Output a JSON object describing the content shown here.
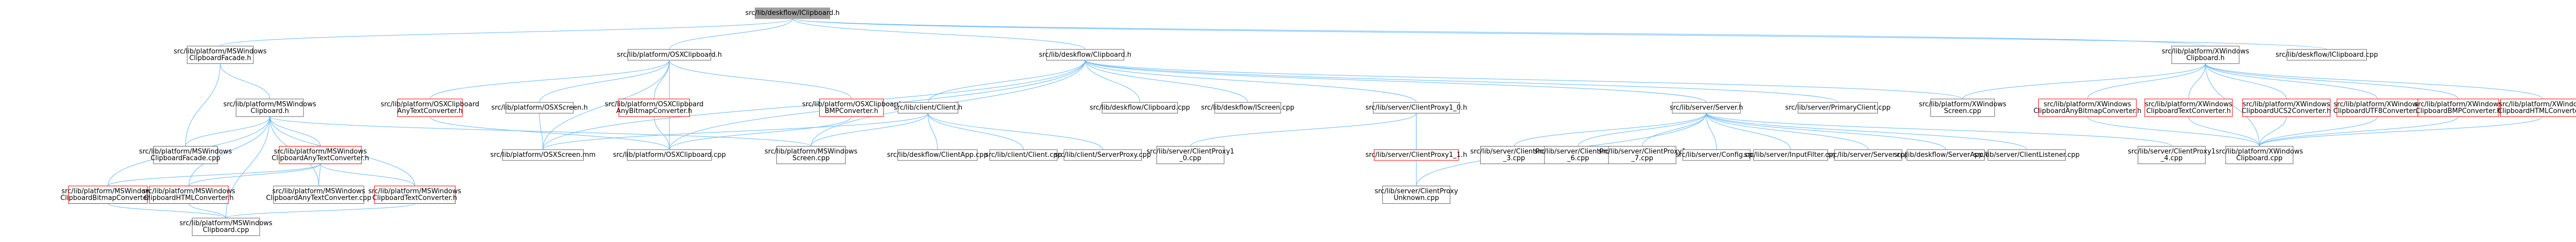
{
  "colors": {
    "edge": "#63b8ff",
    "node_border": "#666666",
    "node_fill": "#ffffff",
    "root_fill": "#a0a0a0",
    "root_border": "#999999",
    "highlight_border": "#ff0000"
  },
  "nodes": [
    {
      "id": "n0",
      "lines": [
        "src/lib/deskflow/IClipboard.h"
      ],
      "style": "root"
    },
    {
      "id": "n1",
      "lines": [
        "src/lib/platform/MSWindows",
        "ClipboardFacade.h"
      ],
      "style": "normal"
    },
    {
      "id": "n2",
      "lines": [
        "src/lib/platform/OSXClipboard.h"
      ],
      "style": "normal"
    },
    {
      "id": "n3",
      "lines": [
        "src/lib/deskflow/Clipboard.h"
      ],
      "style": "normal"
    },
    {
      "id": "n4",
      "lines": [
        "src/lib/platform/XWindows",
        "Clipboard.h"
      ],
      "style": "normal"
    },
    {
      "id": "n5",
      "lines": [
        "src/lib/deskflow/IClipboard.cpp"
      ],
      "style": "normal"
    },
    {
      "id": "n6",
      "lines": [
        "src/lib/platform/MSWindows",
        "Clipboard.h"
      ],
      "style": "normal"
    },
    {
      "id": "n7",
      "lines": [
        "src/lib/platform/OSXClipboard",
        "AnyTextConverter.h"
      ],
      "style": "highlight"
    },
    {
      "id": "n8",
      "lines": [
        "src/lib/platform/OSXScreen.h"
      ],
      "style": "normal"
    },
    {
      "id": "n9",
      "lines": [
        "src/lib/platform/OSXClipboard",
        "AnyBitmapConverter.h"
      ],
      "style": "highlight"
    },
    {
      "id": "n10",
      "lines": [
        "src/lib/platform/OSXClipboard",
        "BMPConverter.h"
      ],
      "style": "highlight"
    },
    {
      "id": "n11",
      "lines": [
        "src/lib/client/Client.h"
      ],
      "style": "normal"
    },
    {
      "id": "n12",
      "lines": [
        "src/lib/deskflow/Clipboard.cpp"
      ],
      "style": "normal"
    },
    {
      "id": "n13",
      "lines": [
        "src/lib/deskflow/IScreen.cpp"
      ],
      "style": "normal"
    },
    {
      "id": "n14",
      "lines": [
        "src/lib/server/ClientProxy1_0.h"
      ],
      "style": "normal"
    },
    {
      "id": "n15",
      "lines": [
        "src/lib/server/Server.h"
      ],
      "style": "normal"
    },
    {
      "id": "n16",
      "lines": [
        "src/lib/server/PrimaryClient.cpp"
      ],
      "style": "normal"
    },
    {
      "id": "n17",
      "lines": [
        "src/lib/platform/XWindows",
        "Screen.cpp"
      ],
      "style": "normal"
    },
    {
      "id": "n18",
      "lines": [
        "src/lib/platform/XWindows",
        "ClipboardAnyBitmapConverter.h"
      ],
      "style": "highlight"
    },
    {
      "id": "n19",
      "lines": [
        "src/lib/platform/XWindows",
        "ClipboardTextConverter.h"
      ],
      "style": "highlight"
    },
    {
      "id": "n20",
      "lines": [
        "src/lib/platform/XWindows",
        "ClipboardUCS2Converter.h"
      ],
      "style": "highlight"
    },
    {
      "id": "n21",
      "lines": [
        "src/lib/platform/XWindows",
        "ClipboardUTF8Converter.h"
      ],
      "style": "highlight"
    },
    {
      "id": "n22",
      "lines": [
        "src/lib/platform/XWindows",
        "ClipboardBMPConverter.h"
      ],
      "style": "highlight"
    },
    {
      "id": "n23",
      "lines": [
        "src/lib/platform/XWindows",
        "ClipboardHTMLConverter.h"
      ],
      "style": "highlight"
    },
    {
      "id": "n24",
      "lines": [
        "src/lib/platform/MSWindows",
        "ClipboardFacade.cpp"
      ],
      "style": "normal"
    },
    {
      "id": "n25",
      "lines": [
        "src/lib/platform/MSWindows",
        "ClipboardAnyTextConverter.h"
      ],
      "style": "highlight"
    },
    {
      "id": "n26",
      "lines": [
        "src/lib/platform/OSXScreen.mm"
      ],
      "style": "normal"
    },
    {
      "id": "n27",
      "lines": [
        "src/lib/platform/OSXClipboard.cpp"
      ],
      "style": "normal"
    },
    {
      "id": "n28",
      "lines": [
        "src/lib/platform/MSWindows",
        "Screen.cpp"
      ],
      "style": "normal"
    },
    {
      "id": "n29",
      "lines": [
        "src/lib/deskflow/ClientApp.cpp"
      ],
      "style": "normal"
    },
    {
      "id": "n30",
      "lines": [
        "src/lib/client/Client.cpp"
      ],
      "style": "normal"
    },
    {
      "id": "n31",
      "lines": [
        "src/lib/client/ServerProxy.cpp"
      ],
      "style": "normal"
    },
    {
      "id": "n32",
      "lines": [
        "src/lib/server/ClientProxy1",
        "_0.cpp"
      ],
      "style": "normal"
    },
    {
      "id": "n33",
      "lines": [
        "src/lib/server/ClientProxy1_1.h"
      ],
      "style": "highlight"
    },
    {
      "id": "n34",
      "lines": [
        "src/lib/server/ClientProxy1",
        "_3.cpp"
      ],
      "style": "normal"
    },
    {
      "id": "n35",
      "lines": [
        "src/lib/server/ClientProxy1",
        "_6.cpp"
      ],
      "style": "normal"
    },
    {
      "id": "n36",
      "lines": [
        "src/lib/server/ClientProxy1",
        "_7.cpp"
      ],
      "style": "normal"
    },
    {
      "id": "n37",
      "lines": [
        "src/lib/server/Config.cpp"
      ],
      "style": "normal"
    },
    {
      "id": "n38",
      "lines": [
        "src/lib/server/InputFilter.cpp"
      ],
      "style": "normal"
    },
    {
      "id": "n39",
      "lines": [
        "src/lib/server/Server.cpp"
      ],
      "style": "normal"
    },
    {
      "id": "n40",
      "lines": [
        "src/lib/deskflow/ServerApp.cpp"
      ],
      "style": "normal"
    },
    {
      "id": "n41",
      "lines": [
        "src/lib/server/ClientListener.cpp"
      ],
      "style": "normal"
    },
    {
      "id": "n42",
      "lines": [
        "src/lib/server/ClientProxy1",
        "_4.cpp"
      ],
      "style": "normal"
    },
    {
      "id": "n43",
      "lines": [
        "src/lib/platform/XWindows",
        "Clipboard.cpp"
      ],
      "style": "normal"
    },
    {
      "id": "n44",
      "lines": [
        "src/lib/platform/MSWindows",
        "ClipboardBitmapConverter.h"
      ],
      "style": "highlight"
    },
    {
      "id": "n45",
      "lines": [
        "src/lib/platform/MSWindows",
        "ClipboardHTMLConverter.h"
      ],
      "style": "highlight"
    },
    {
      "id": "n46",
      "lines": [
        "src/lib/platform/MSWindows",
        "ClipboardAnyTextConverter.cpp"
      ],
      "style": "normal"
    },
    {
      "id": "n47",
      "lines": [
        "src/lib/platform/MSWindows",
        "ClipboardTextConverter.h"
      ],
      "style": "highlight"
    },
    {
      "id": "n48",
      "lines": [
        "src/lib/server/ClientProxy",
        "Unknown.cpp"
      ],
      "style": "normal"
    },
    {
      "id": "n49",
      "lines": [
        "src/lib/platform/MSWindows",
        "Clipboard.cpp"
      ],
      "style": "normal"
    }
  ],
  "edges": [
    [
      "n0",
      "n1"
    ],
    [
      "n0",
      "n2"
    ],
    [
      "n0",
      "n3"
    ],
    [
      "n0",
      "n4"
    ],
    [
      "n0",
      "n5"
    ],
    [
      "n1",
      "n6"
    ],
    [
      "n1",
      "n24"
    ],
    [
      "n2",
      "n7"
    ],
    [
      "n2",
      "n8"
    ],
    [
      "n2",
      "n9"
    ],
    [
      "n2",
      "n10"
    ],
    [
      "n2",
      "n27"
    ],
    [
      "n2",
      "n26"
    ],
    [
      "n3",
      "n11"
    ],
    [
      "n3",
      "n12"
    ],
    [
      "n3",
      "n13"
    ],
    [
      "n3",
      "n14"
    ],
    [
      "n3",
      "n15"
    ],
    [
      "n3",
      "n16"
    ],
    [
      "n3",
      "n17"
    ],
    [
      "n3",
      "n28"
    ],
    [
      "n3",
      "n26"
    ],
    [
      "n3",
      "n27"
    ],
    [
      "n4",
      "n17"
    ],
    [
      "n4",
      "n18"
    ],
    [
      "n4",
      "n19"
    ],
    [
      "n4",
      "n20"
    ],
    [
      "n4",
      "n21"
    ],
    [
      "n4",
      "n22"
    ],
    [
      "n4",
      "n23"
    ],
    [
      "n4",
      "n43"
    ],
    [
      "n6",
      "n24"
    ],
    [
      "n6",
      "n25"
    ],
    [
      "n6",
      "n28"
    ],
    [
      "n6",
      "n44"
    ],
    [
      "n6",
      "n45"
    ],
    [
      "n6",
      "n46"
    ],
    [
      "n6",
      "n47"
    ],
    [
      "n6",
      "n49"
    ],
    [
      "n8",
      "n26"
    ],
    [
      "n7",
      "n27"
    ],
    [
      "n9",
      "n27"
    ],
    [
      "n10",
      "n27"
    ],
    [
      "n11",
      "n29"
    ],
    [
      "n11",
      "n30"
    ],
    [
      "n11",
      "n31"
    ],
    [
      "n11",
      "n28"
    ],
    [
      "n11",
      "n26"
    ],
    [
      "n14",
      "n32"
    ],
    [
      "n14",
      "n33"
    ],
    [
      "n14",
      "n48"
    ],
    [
      "n15",
      "n34"
    ],
    [
      "n15",
      "n35"
    ],
    [
      "n15",
      "n36"
    ],
    [
      "n15",
      "n37"
    ],
    [
      "n15",
      "n38"
    ],
    [
      "n15",
      "n39"
    ],
    [
      "n15",
      "n40"
    ],
    [
      "n15",
      "n41"
    ],
    [
      "n15",
      "n42"
    ],
    [
      "n15",
      "n48"
    ],
    [
      "n18",
      "n43"
    ],
    [
      "n19",
      "n43"
    ],
    [
      "n20",
      "n43"
    ],
    [
      "n21",
      "n43"
    ],
    [
      "n22",
      "n43"
    ],
    [
      "n23",
      "n43"
    ],
    [
      "n25",
      "n44"
    ],
    [
      "n25",
      "n45"
    ],
    [
      "n25",
      "n46"
    ],
    [
      "n25",
      "n47"
    ],
    [
      "n44",
      "n49"
    ],
    [
      "n45",
      "n49"
    ],
    [
      "n47",
      "n49"
    ]
  ]
}
